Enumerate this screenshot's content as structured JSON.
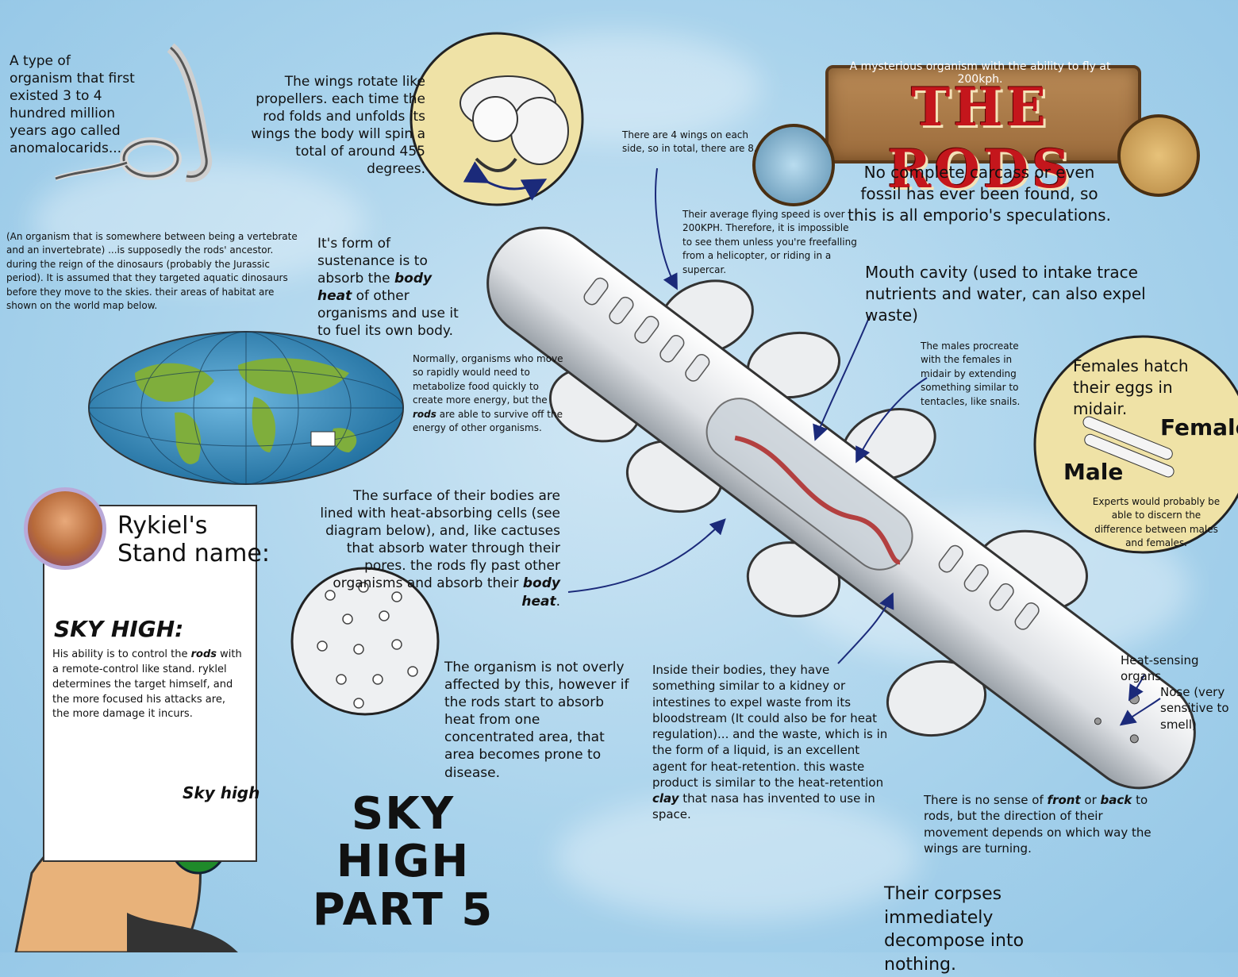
{
  "header": {
    "subtitle": "A mysterious organism with the ability to fly at 200kph.",
    "title": "THE RODS",
    "fossil_note": "No complete carcass or even fossil has ever been found, so this is all emporio's speculations."
  },
  "notes": {
    "anomalocarids": "A type of organism that first existed 3 to 4 hundred million years ago called anomalocarids...",
    "wings_rotate": "The wings rotate like propellers. each time the rod folds and unfolds its wings the body will spin a total of around 455 degrees.",
    "wings_count": "There are 4 wings on each side, so in total, there are 8.",
    "flying_speed": "Their average flying speed is over 200KPH. Therefore, it is impossible to see them unless you're freefalling from a helicopter, or riding in a supercar.",
    "ancestor": "(An organism that is somewhere between being a vertebrate and an invertebrate) ...is supposedly the rods' ancestor. during the reign of the dinosaurs (probably the Jurassic period). It is assumed that they targeted aquatic dinosaurs before they move to the skies. their areas of habitat are shown on the world map below.",
    "sustenance_a": "It's form of sustenance is to absorb the",
    "sustenance_em": "body heat",
    "sustenance_b": "of other organisms and use it to fuel its own body.",
    "mouth": "Mouth cavity (used to intake trace nutrients and water, can also expel waste)",
    "metabolize_a": "Normally, organisms who move so rapidly would need to metabolize food quickly to create more energy, but the",
    "metabolize_em": "rods",
    "metabolize_b": "are able to survive off the energy of other organisms.",
    "procreate": "The males procreate with the females in midair by extending something similar to tentacles, like snails.",
    "females_hatch": "Females hatch their eggs in midair.",
    "female": "Female",
    "male": "Male",
    "experts": "Experts would probably be able to discern the difference between males and females.",
    "surface_a": "The surface of their bodies are lined with heat-absorbing cells (see diagram below), and, like cactuses that absorb water through their pores. the rods fly past other organisms and absorb their",
    "surface_em": "body heat",
    "surface_b": ".",
    "disease": "The organism is not overly affected by this, however if the rods start to absorb heat from one concentrated area, that area becomes prone to disease.",
    "kidney_a": "Inside their bodies, they have something similar to a kidney or intestines to expel waste from its bloodstream (It could also be for heat regulation)... and the waste, which is in the form of a liquid, is an excellent agent for heat-retention. this waste product is similar to the heat-retention",
    "kidney_em": "clay",
    "kidney_b": "that nasa has invented to use in space.",
    "heat_sensing": "Heat-sensing organs",
    "nose": "Nose (very sensitive to smell)",
    "direction_a": "There is no sense of",
    "direction_em1": "front",
    "direction_or": "or",
    "direction_em2": "back",
    "direction_b": "to rods, but the direction of their movement depends on which way the wings are turning.",
    "corpses": "Their corpses immediately decompose into nothing."
  },
  "stand": {
    "heading_line1": "Rykiel's",
    "heading_line2": "Stand name:",
    "name": "SKY HIGH:",
    "desc_a": "His ability is to control the",
    "desc_em": "rods",
    "desc_b": "with a remote-control like stand. ryklel determines the target himself, and the more focused his attacks are, the more damage it incurs.",
    "caption": "Sky high"
  },
  "part": {
    "line1": "SKY HIGH",
    "line2": "PART 5"
  },
  "colors": {
    "sky": "#a9d3ec",
    "title_red": "#c4161c",
    "wood": "#9c6c3c",
    "ocean": "#3c8fc0",
    "land": "#7fae3c",
    "inset_circle": "#efe2a6",
    "arrow": "#1b2a7a"
  }
}
